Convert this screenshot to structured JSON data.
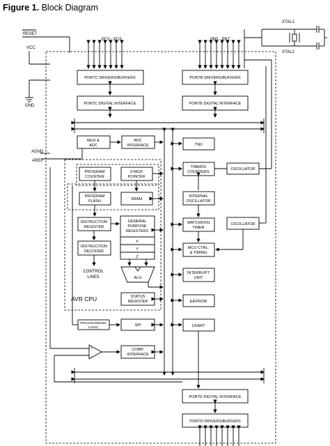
{
  "header": {
    "figure_label": "Figure 1.",
    "title": "Block Diagram"
  },
  "pins": {
    "reset": "RESET",
    "vcc": "VCC",
    "gnd": "GND",
    "agnd": "AGND",
    "aref": "AREF",
    "portc": "PC0 - PC6",
    "portb": "PB0 - PB7",
    "xtal1": "XTAL1",
    "xtal2": "XTAL2"
  },
  "blocks": {
    "portc_drv": "PORTC DRIVERS/BUFFERS",
    "portb_drv": "PORTB DRIVERS/BUFFERS",
    "portc_dig": "PORTC DIGITAL INTERFACE",
    "portb_dig": "PORTB DIGITAL INTERFACE",
    "mux_adc": [
      "MUX &",
      "ADC"
    ],
    "adc_if": [
      "ADC",
      "INTERFACE"
    ],
    "twi": "TWI",
    "prog_counter": [
      "PROGRAM",
      "COUNTER"
    ],
    "stack_pointer": [
      "STACK",
      "POINTER"
    ],
    "timers": [
      "TIMERS/",
      "COUNTERS"
    ],
    "osc1": "OSCILLATOR",
    "prog_flash": [
      "PROGRAM",
      "FLASH"
    ],
    "sram": "SRAM",
    "int_osc": [
      "INTERNAL",
      "OSCILLATOR"
    ],
    "osc2": "OSCILLATOR",
    "instr_reg": [
      "INSTRUCTION",
      "REGISTER"
    ],
    "gp_regs": [
      "GENERAL",
      "PURPOSE",
      "REGISTERS"
    ],
    "reg_x": "X",
    "reg_y": "Y",
    "reg_z": "Z",
    "watchdog": [
      "WATCHDOG",
      "TIMER"
    ],
    "instr_dec": [
      "INSTRUCTION",
      "DECODER"
    ],
    "mcu_ctrl": [
      "MCU CTRL.",
      "& TIMING"
    ],
    "control_lines": [
      "CONTROL",
      "LINES"
    ],
    "alu": "ALU",
    "interrupt": [
      "INTERRUPT",
      "UNIT"
    ],
    "avr_cpu": "AVR CPU",
    "status_reg": [
      "STATUS",
      "REGISTER"
    ],
    "eeprom": "EEPROM",
    "prog_logic": [
      "PROGRAMMING",
      "LOGIC"
    ],
    "spi": "SPI",
    "usart": "USART",
    "comp_if": [
      "COMP.",
      "INTERFACE"
    ],
    "portd_dig": "PORTD DIGITAL INTERFACE",
    "portd_drv": "PORTD DRIVERS/BUFFERS",
    "comp_plus": "+",
    "comp_minus": "-"
  }
}
